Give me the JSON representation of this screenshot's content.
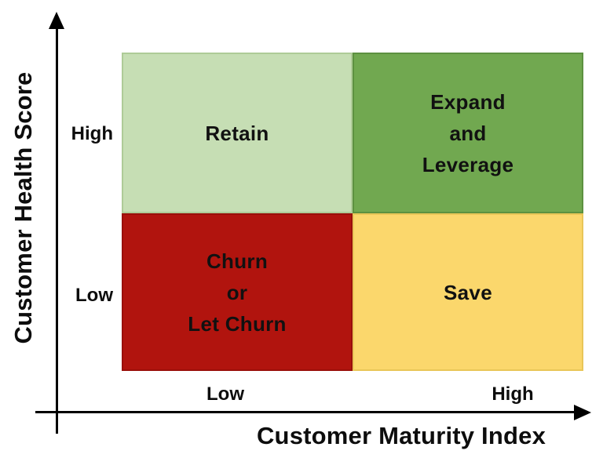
{
  "figure": {
    "background": "#ffffff",
    "axis_color": "#000000",
    "text_color": "#111111"
  },
  "axes": {
    "x": {
      "title": "Customer Maturity Index",
      "ticks": {
        "low": "Low",
        "high": "High"
      }
    },
    "y": {
      "title": "Customer Health Score",
      "ticks": {
        "high": "High",
        "low": "Low"
      }
    }
  },
  "quadrants": {
    "top_left": {
      "label": "Retain",
      "lines": [
        "Retain"
      ],
      "fill": "#c6deb4",
      "border": "#aecb97"
    },
    "top_right": {
      "label": "Expand and Leverage",
      "lines": [
        "Expand",
        "and",
        "Leverage"
      ],
      "fill": "#71a850",
      "border": "#5d9140"
    },
    "bottom_left": {
      "label": "Churn or Let Churn",
      "lines": [
        "Churn",
        "or",
        "Let Churn"
      ],
      "fill": "#b1140e",
      "border": "#9a0f0a"
    },
    "bottom_right": {
      "label": "Save",
      "lines": [
        "Save"
      ],
      "fill": "#fbd76c",
      "border": "#e9c658"
    }
  },
  "chart_data": {
    "type": "heatmap",
    "subtype": "2x2-quadrant-matrix",
    "title": "",
    "xlabel": "Customer Maturity Index",
    "ylabel": "Customer Health Score",
    "x_categories": [
      "Low",
      "High"
    ],
    "y_categories": [
      "High",
      "Low"
    ],
    "cells": [
      {
        "x": "Low",
        "y": "High",
        "label": "Retain",
        "color": "#c6deb4"
      },
      {
        "x": "High",
        "y": "High",
        "label": "Expand and Leverage",
        "color": "#71a850"
      },
      {
        "x": "Low",
        "y": "Low",
        "label": "Churn or Let Churn",
        "color": "#b1140e"
      },
      {
        "x": "High",
        "y": "Low",
        "label": "Save",
        "color": "#fbd76c"
      }
    ],
    "legend": "none",
    "grid": false,
    "axis_arrows": true
  }
}
